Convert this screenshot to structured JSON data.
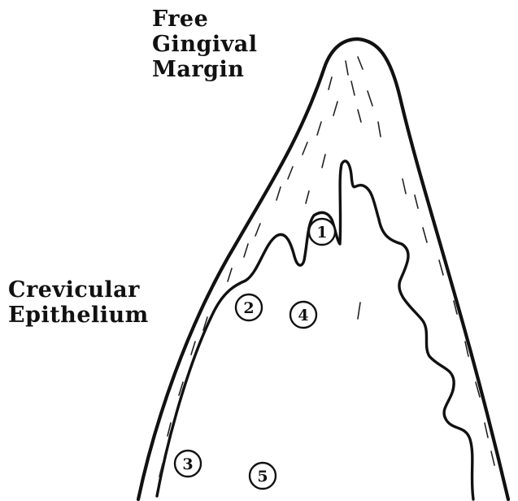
{
  "labels": {
    "free_gingival_margin": [
      "Free",
      "Gingival",
      "Margin"
    ],
    "crevicular_epithelium": [
      "Crevicular",
      "Epithelium"
    ]
  },
  "markers": [
    "1",
    "2",
    "3",
    "4",
    "5"
  ]
}
